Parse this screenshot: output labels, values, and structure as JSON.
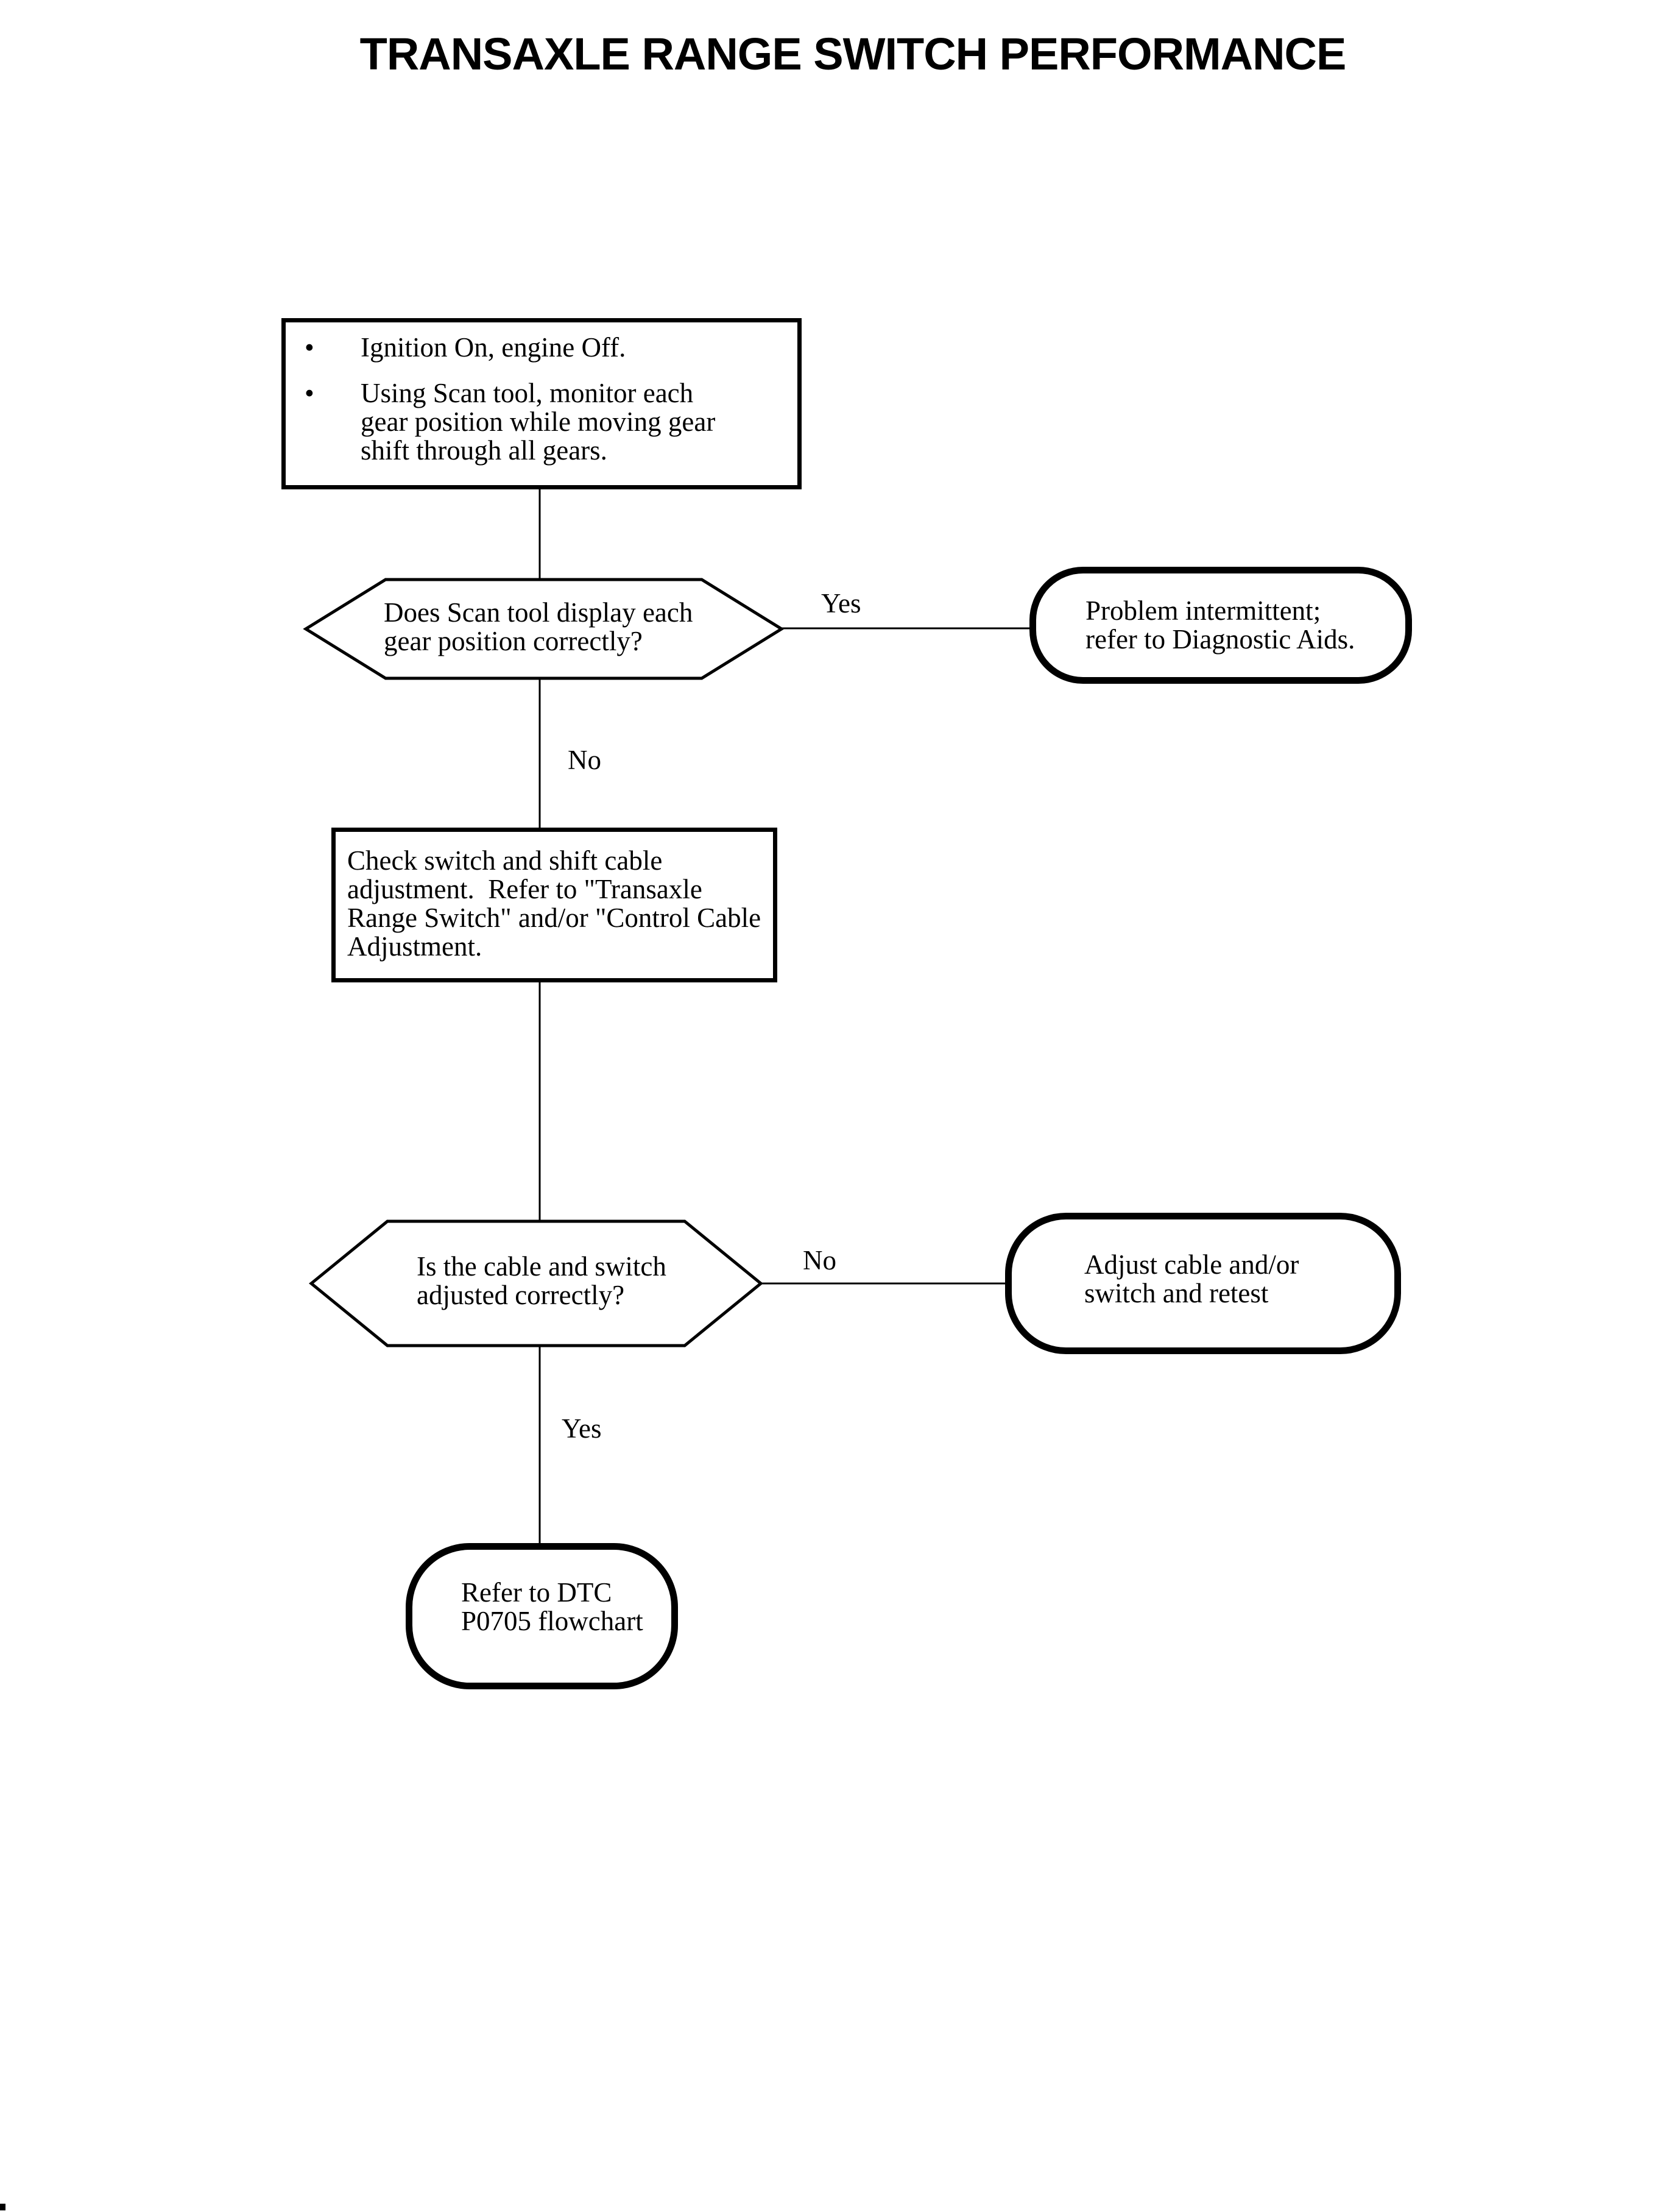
{
  "title": "TRANSAXLE RANGE SWITCH PERFORMANCE",
  "bullet_char": "•",
  "nodes": {
    "start": {
      "bullets": [
        "Ignition On, engine Off.",
        "Using Scan tool, monitor each\ngear position while moving gear\nshift through all gears."
      ]
    },
    "decision_scan_display": {
      "text": "Does Scan tool display each\ngear position correctly?",
      "yes_label": "Yes",
      "no_label": "No"
    },
    "terminal_intermittent": {
      "text": "Problem intermittent;\nrefer to Diagnostic Aids."
    },
    "process_check_adjustment": {
      "text": "Check switch and shift cable\nadjustment.  Refer to \"Transaxle\nRange Switch\" and/or \"Control Cable\nAdjustment."
    },
    "decision_adjusted_correctly": {
      "text": "Is the cable and switch\nadjusted correctly?",
      "no_label": "No",
      "yes_label": "Yes"
    },
    "terminal_adjust_retest": {
      "text": "Adjust cable and/or\nswitch and retest"
    },
    "terminal_refer_dtc": {
      "text": "Refer to DTC\nP0705 flowchart"
    }
  },
  "colors": {
    "ink": "#000000",
    "paper": "#ffffff"
  }
}
